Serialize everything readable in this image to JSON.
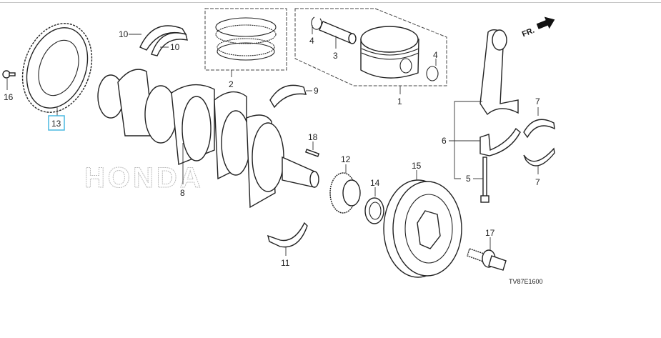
{
  "diagram": {
    "watermark": "HONDA",
    "direction_label": "FR.",
    "diagram_code": "TV87E1600",
    "highlight_color": "#4ab8e0",
    "callouts": {
      "c1": "1",
      "c2": "2",
      "c3": "3",
      "c4a": "4",
      "c4b": "4",
      "c5": "5",
      "c6": "6",
      "c7a": "7",
      "c7b": "7",
      "c8": "8",
      "c9": "9",
      "c10a": "10",
      "c10b": "10",
      "c11": "11",
      "c12": "12",
      "c13": "13",
      "c14": "14",
      "c15": "15",
      "c16": "16",
      "c17": "17",
      "c18": "18"
    },
    "selected_part": "13"
  }
}
